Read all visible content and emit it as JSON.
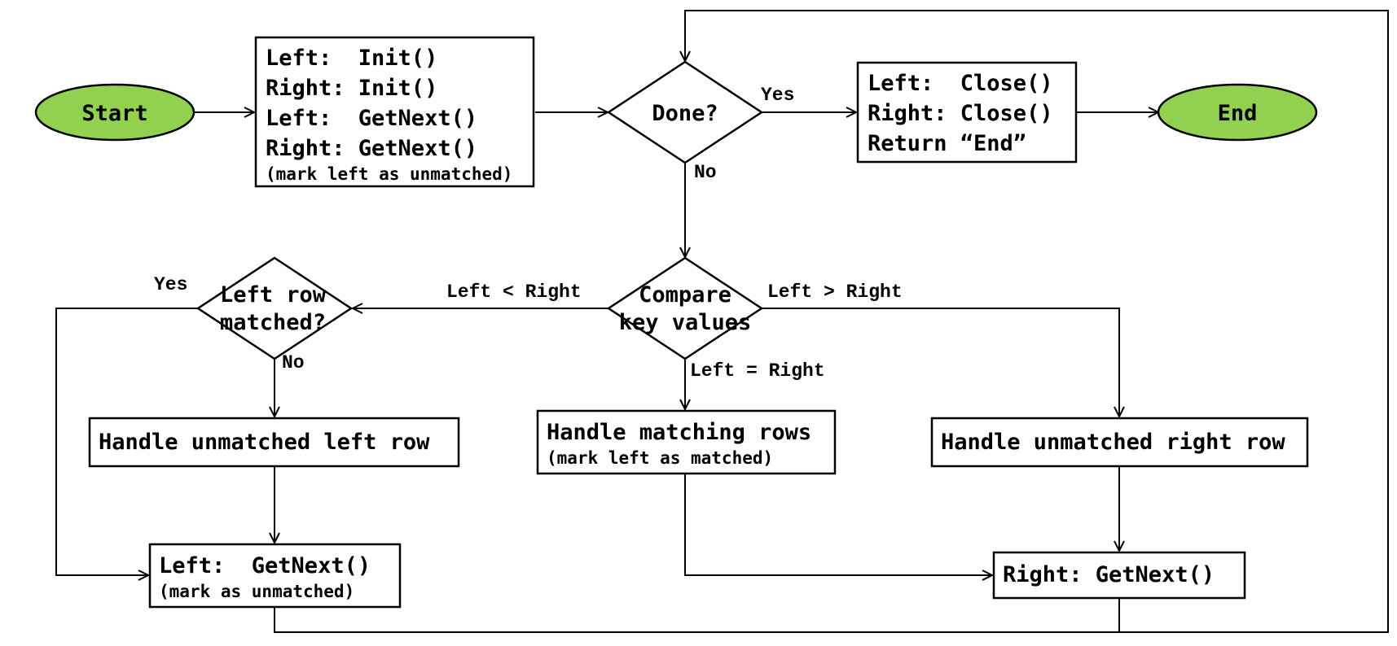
{
  "start_label": "Start",
  "end_label": "End",
  "init_box": {
    "lines": [
      "Left:  Init()",
      "Right: Init()",
      "Left:  GetNext()",
      "Right: GetNext()"
    ],
    "note": "(mark left as unmatched)"
  },
  "done_decision": {
    "lines": [
      "Done?"
    ]
  },
  "close_box": {
    "lines": [
      "Left:  Close()",
      "Right: Close()",
      "Return “End”"
    ]
  },
  "compare_decision": {
    "lines": [
      "Compare",
      "key values"
    ]
  },
  "left_matched_decision": {
    "lines": [
      "Left row",
      "matched?"
    ]
  },
  "unmatched_left_box": {
    "lines": [
      "Handle unmatched left row"
    ]
  },
  "matching_box": {
    "lines": [
      "Handle matching rows"
    ],
    "note": "(mark left as matched)"
  },
  "unmatched_right_box": {
    "lines": [
      "Handle unmatched right row"
    ]
  },
  "left_getnext_box": {
    "lines": [
      "Left:  GetNext()"
    ],
    "note": "(mark as unmatched)"
  },
  "right_getnext_box": {
    "lines": [
      "Right: GetNext()"
    ]
  },
  "edge_labels": {
    "done_yes": "Yes",
    "done_no": "No",
    "left_less": "Left < Right",
    "left_greater": "Left > Right",
    "left_equal": "Left = Right",
    "matched_yes": "Yes",
    "matched_no": "No"
  }
}
